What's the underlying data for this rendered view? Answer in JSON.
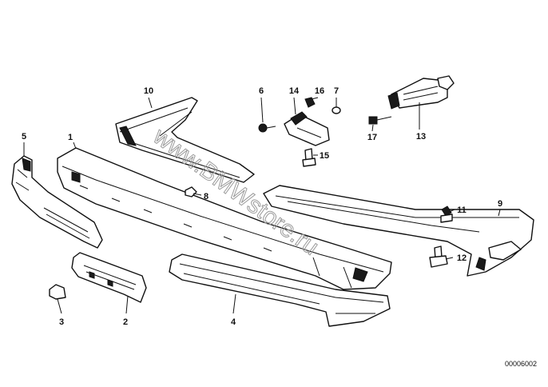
{
  "watermark": "www.BMWstore.ru",
  "reference_number": "00006002",
  "callouts": [
    "1",
    "2",
    "3",
    "4",
    "5",
    "6",
    "7",
    "8",
    "9",
    "10",
    "11",
    "12",
    "13",
    "14",
    "15",
    "16",
    "17"
  ]
}
